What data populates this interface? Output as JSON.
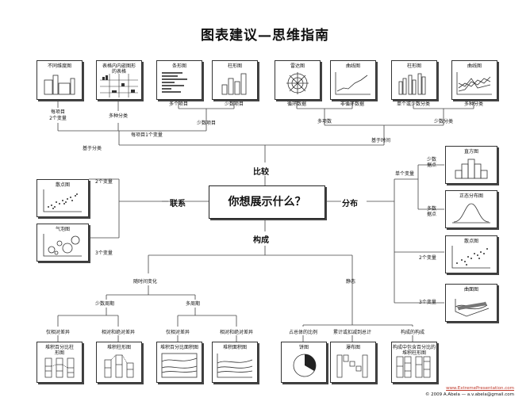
{
  "title": "图表建议—思维指南",
  "center": "你想展示什么？",
  "sections": {
    "compare": "比较",
    "relation": "联系",
    "distribution": "分布",
    "composition": "构成"
  },
  "top_charts": [
    "不同维度图",
    "表格内内嵌图形的表格",
    "条形图",
    "柱形图",
    "雷达图",
    "曲线图",
    "柱形图",
    "曲线图"
  ],
  "top_labels": {
    "tl1a": "每项目",
    "tl1b": "2个变量",
    "tl2": "多种分类",
    "tl3": "多个项目",
    "tl4": "少数项目",
    "tl5": "循环数据",
    "tl6": "非循环数据",
    "tl7": "单个或少数分类",
    "tl8": "多种分类",
    "mid1": "每项目1个变量",
    "mid2": "少数项目",
    "mid3": "多项数",
    "mid4": "少数分类",
    "by_cat": "基于分类",
    "by_time": "基于时间"
  },
  "relation": {
    "scatter": "散点图",
    "bubble": "气泡图",
    "v2": "2个变量",
    "v3": "3个变量"
  },
  "distribution": {
    "single": "单个变量",
    "few": "少数\n据点",
    "many": "多数\n据点",
    "v2": "2个变量",
    "v3": "3个变量",
    "hist": "直方图",
    "normal": "正态分布图",
    "scatter": "散点图",
    "surface": "曲面图"
  },
  "composition": {
    "time": "随时间变化",
    "static": "静态",
    "few": "少数周期",
    "many": "多周期",
    "rel1": "仅相对差异",
    "abs1": "相对和绝对差异",
    "rel2": "仅相对差异",
    "abs2": "相对和绝对差异",
    "share": "占总体的比例",
    "accum": "累计或扣减到总计",
    "subcomp": "构成的构成"
  },
  "bottom_charts": [
    "堆积百分比柱形图",
    "堆积柱形图",
    "堆积百分比面积图",
    "堆积面积图",
    "饼图",
    "瀑布图",
    "构成中包含百分比的堆积柱形图"
  ],
  "footer": {
    "url": "www.ExtremePresentation.com",
    "credit": "© 2009 A.Abela — a.v.abela@gmail.com"
  },
  "colors": {
    "line": "#333333",
    "url": "#c0392b"
  }
}
